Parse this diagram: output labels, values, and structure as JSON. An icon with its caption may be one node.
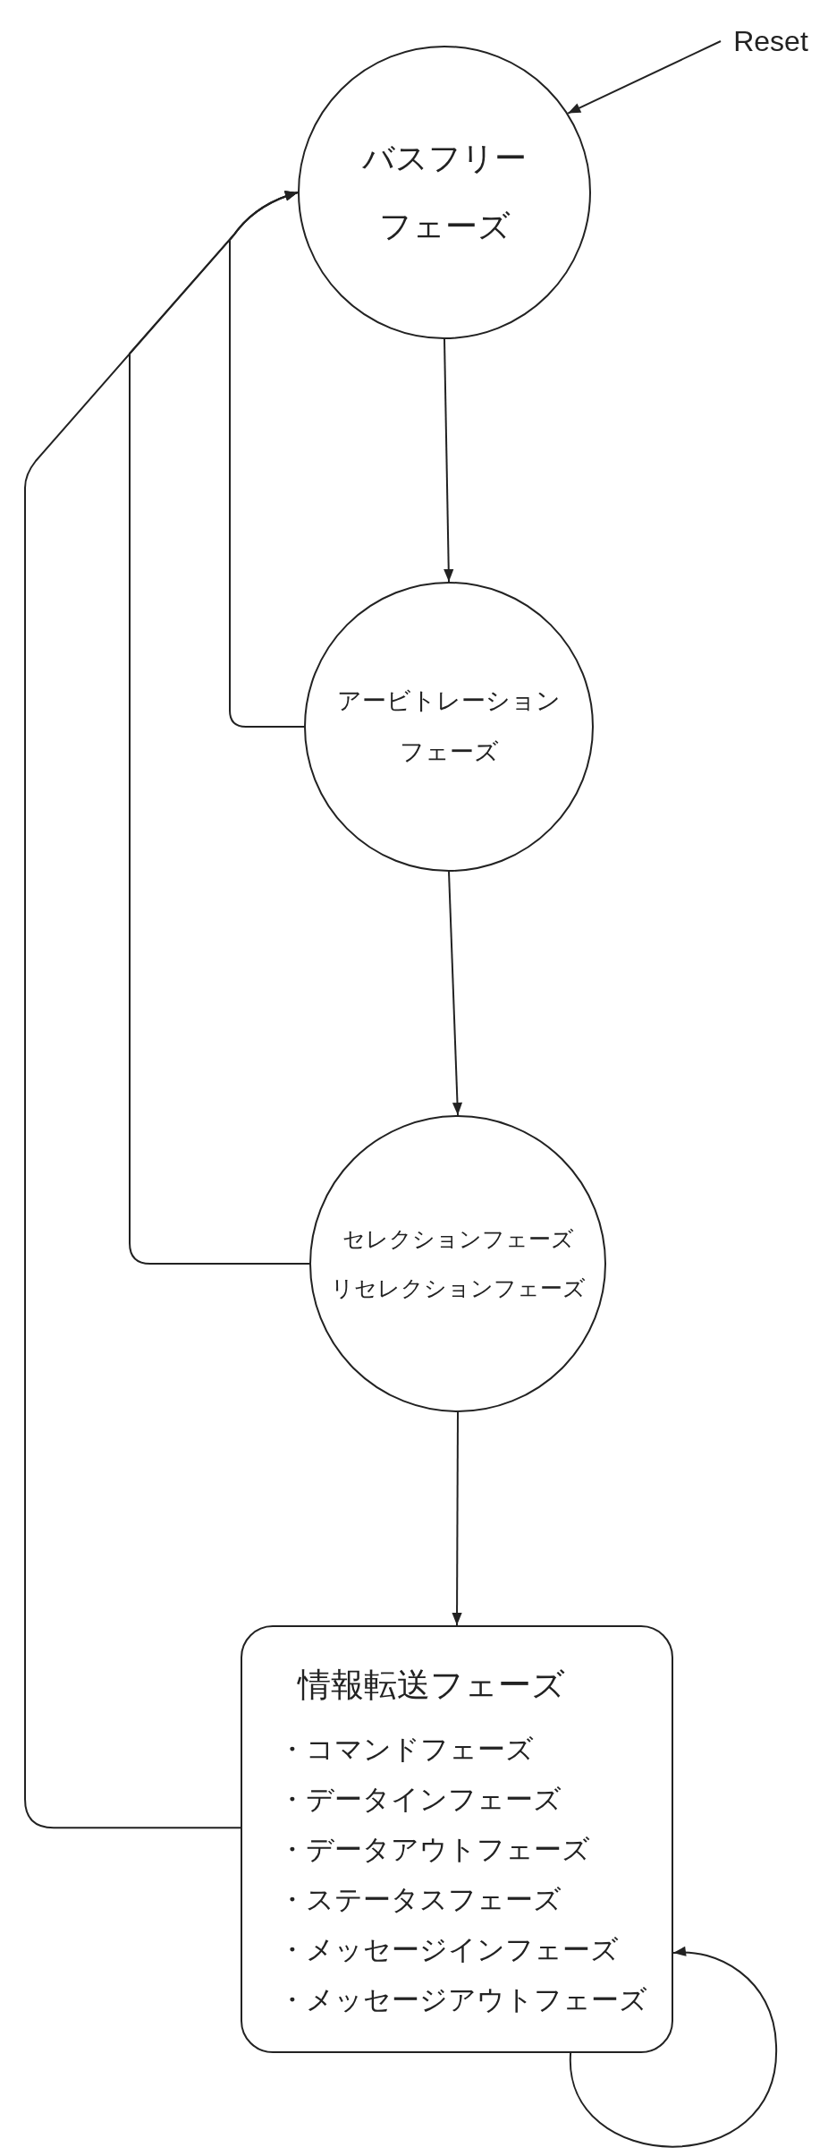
{
  "diagram": {
    "nodes": [
      {
        "text": [
          "バスフリーフェーズ"
        ]
      },
      {
        "text": [
          "アービトレーションフェーズ"
        ]
      },
      {
        "text": [
          "セレクションフェーズ",
          "リセレクションフェーズ"
        ]
      },
      {
        "text": [
          "情報転送フェーズ",
          "・コマンドフェーズ",
          "・データインフェーズ",
          "・データアウトフェーズ",
          "・ステータスフェーズ",
          "・メッセージインフェーズ",
          "・メッセージアウトフェーズ"
        ]
      },
      {
        "text": [
          "Reset"
        ]
      }
    ],
    "edges": [
      {
        "from": 0,
        "to": 1,
        "arrow": "to"
      },
      {
        "from": 1,
        "to": 2,
        "arrow": "to"
      },
      {
        "from": 2,
        "to": 3,
        "arrow": "to"
      },
      {
        "from": 3,
        "to": 3,
        "arrow": "to"
      },
      {
        "from": 1,
        "to": 0,
        "arrow": "to"
      },
      {
        "from": 2,
        "to": 0,
        "arrow": "to"
      },
      {
        "from": 3,
        "to": 0,
        "arrow": "to"
      },
      {
        "from": 4,
        "to": 0,
        "arrow": "to"
      }
    ]
  }
}
